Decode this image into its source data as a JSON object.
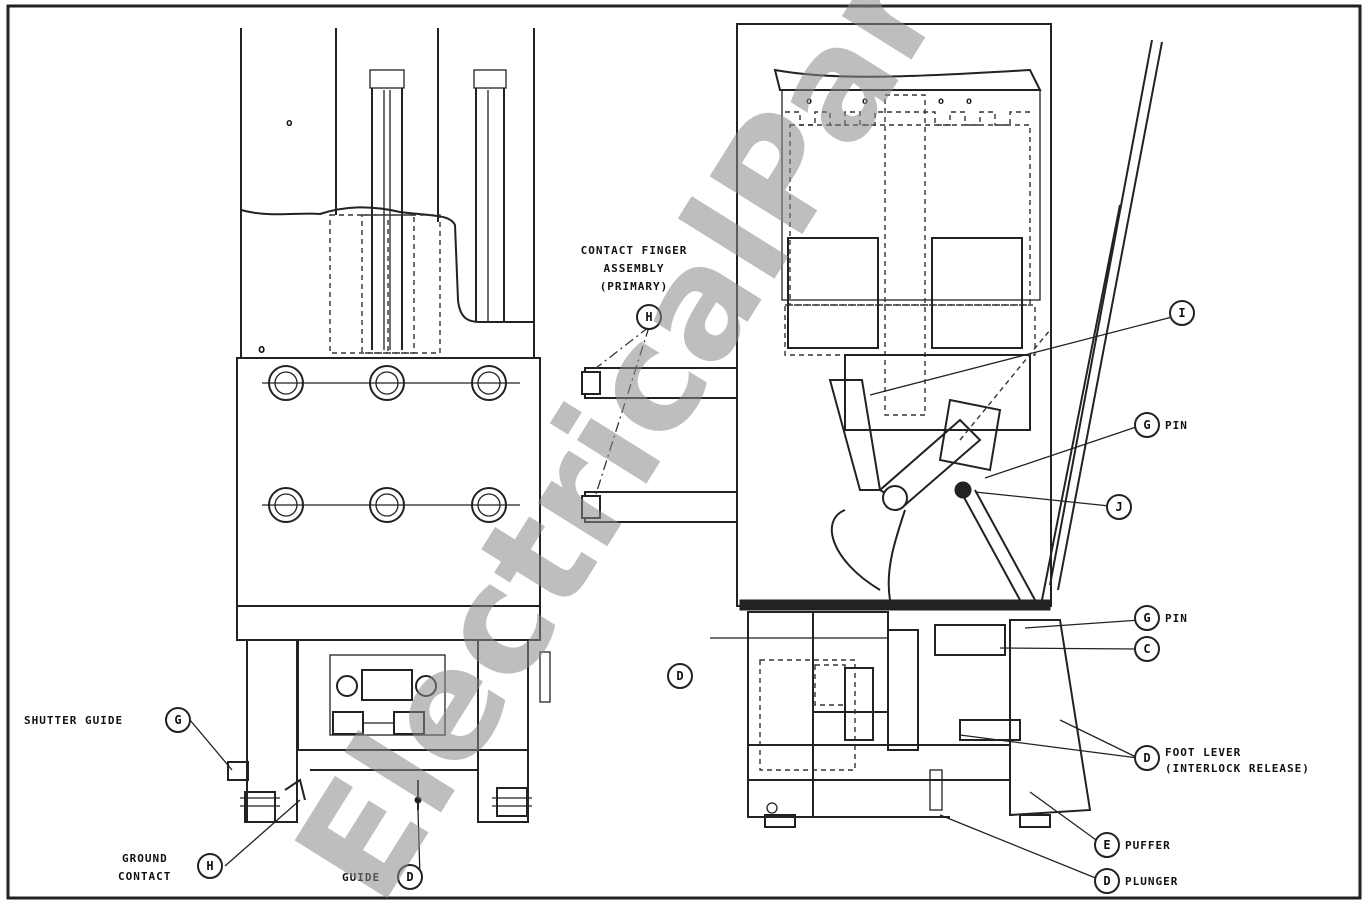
{
  "labels": {
    "contact_finger": [
      "CONTACT FINGER",
      "ASSEMBLY",
      "(PRIMARY)"
    ],
    "shutter_guide": "SHUTTER GUIDE",
    "ground_contact": [
      "GROUND",
      "CONTACT"
    ],
    "guide": "GUIDE",
    "pin_upper": "PIN",
    "pin_lower": "PIN",
    "foot_lever": [
      "FOOT LEVER",
      "(INTERLOCK RELEASE)"
    ],
    "puffer": "PUFFER",
    "plunger": "PLUNGER"
  },
  "callouts": {
    "h_contact": "H",
    "i_top": "I",
    "g_pin_upper": "G",
    "j": "J",
    "g_pin_lower": "G",
    "c": "C",
    "d_center": "D",
    "d_foot": "D",
    "e_puffer": "E",
    "d_plunger": "D",
    "g_shutter": "G",
    "h_ground": "H",
    "d_guide": "D"
  },
  "watermark": "ElectricalPartManuals"
}
